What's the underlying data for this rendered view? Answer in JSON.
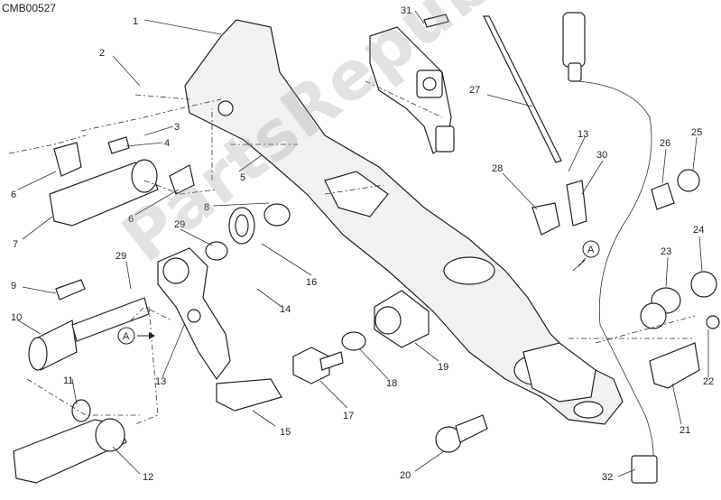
{
  "diagram_code": "CMB00527",
  "watermark": "PartsRepublik",
  "callouts": [
    "1",
    "2",
    "3",
    "4",
    "5",
    "6",
    "6",
    "7",
    "8",
    "9",
    "10",
    "11",
    "12",
    "13",
    "14",
    "15",
    "16",
    "17",
    "18",
    "19",
    "20",
    "21",
    "22",
    "23",
    "24",
    "25",
    "26",
    "27",
    "28",
    "29",
    "29",
    "30",
    "31",
    "32",
    "A",
    "A"
  ]
}
